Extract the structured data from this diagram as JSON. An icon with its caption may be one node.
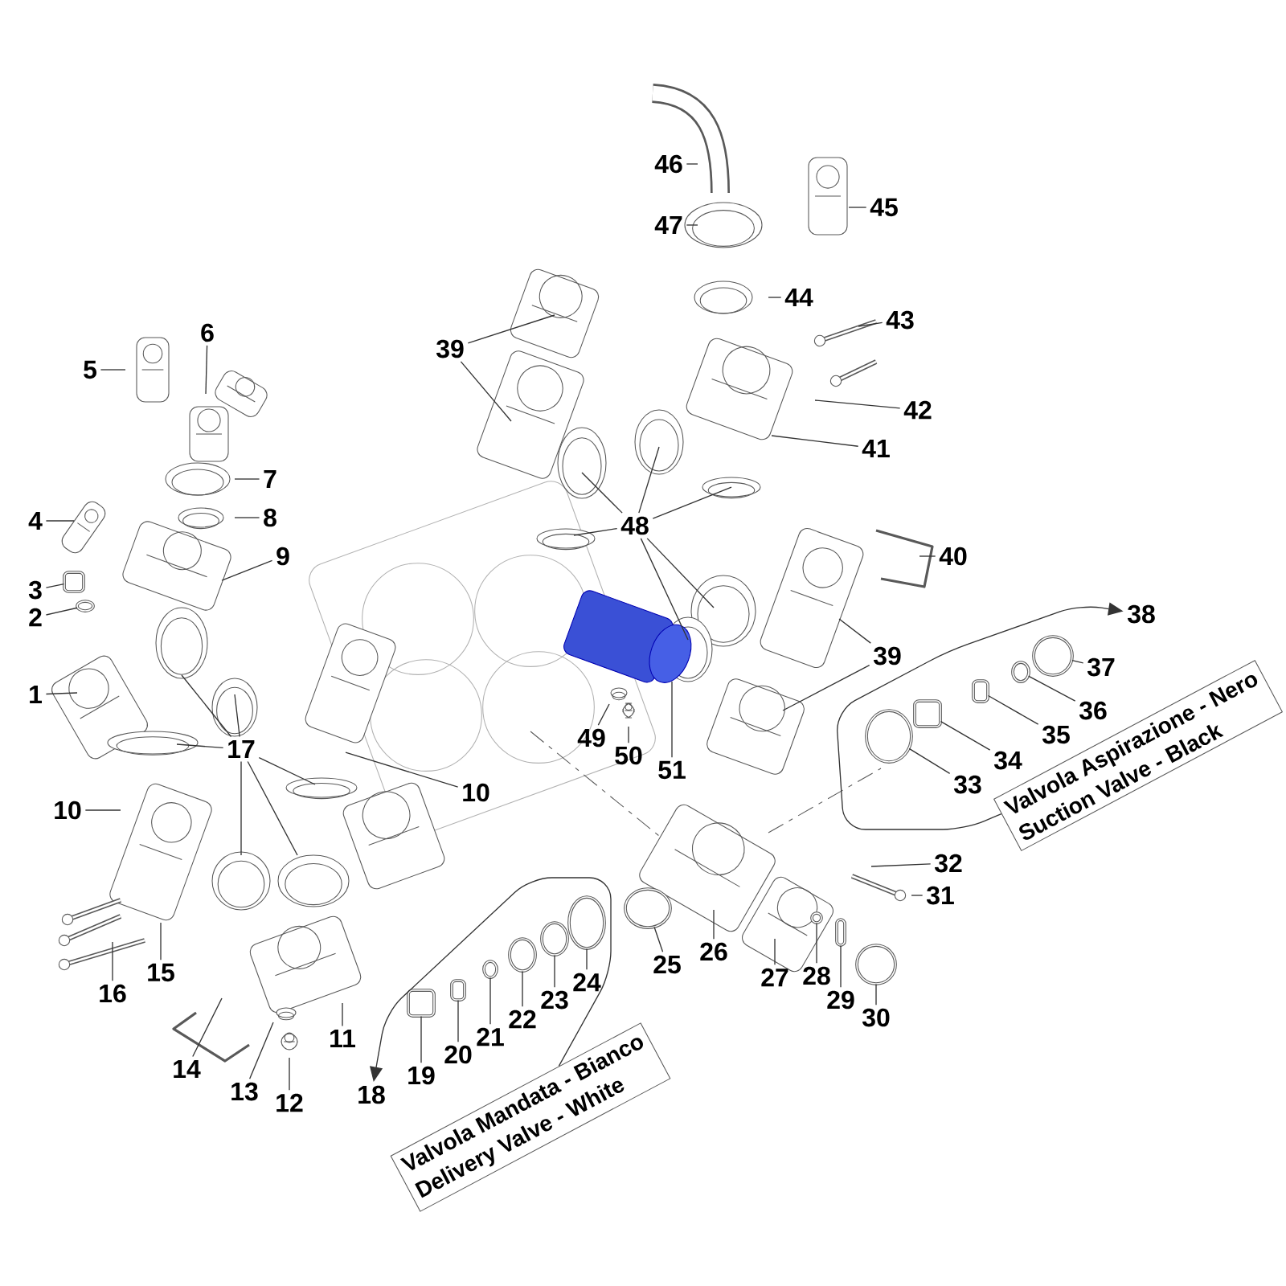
{
  "diagram": {
    "nodes": [
      {
        "text": [
          "1"
        ]
      },
      {
        "text": [
          "2"
        ]
      },
      {
        "text": [
          "3"
        ]
      },
      {
        "text": [
          "4"
        ]
      },
      {
        "text": [
          "5"
        ]
      },
      {
        "text": [
          "6"
        ]
      },
      {
        "text": [
          "7"
        ]
      },
      {
        "text": [
          "8"
        ]
      },
      {
        "text": [
          "9"
        ]
      },
      {
        "text": [
          "10"
        ]
      },
      {
        "text": [
          "10"
        ]
      },
      {
        "text": [
          "11"
        ]
      },
      {
        "text": [
          "12"
        ]
      },
      {
        "text": [
          "13"
        ]
      },
      {
        "text": [
          "14"
        ]
      },
      {
        "text": [
          "15"
        ]
      },
      {
        "text": [
          "16"
        ]
      },
      {
        "text": [
          "17"
        ]
      },
      {
        "text": [
          "18"
        ]
      },
      {
        "text": [
          "19"
        ]
      },
      {
        "text": [
          "20"
        ]
      },
      {
        "text": [
          "21"
        ]
      },
      {
        "text": [
          "22"
        ]
      },
      {
        "text": [
          "23"
        ]
      },
      {
        "text": [
          "24"
        ]
      },
      {
        "text": [
          "25"
        ]
      },
      {
        "text": [
          "26"
        ]
      },
      {
        "text": [
          "27"
        ]
      },
      {
        "text": [
          "28"
        ]
      },
      {
        "text": [
          "29"
        ]
      },
      {
        "text": [
          "30"
        ]
      },
      {
        "text": [
          "31"
        ]
      },
      {
        "text": [
          "32"
        ]
      },
      {
        "text": [
          "33"
        ]
      },
      {
        "text": [
          "34"
        ]
      },
      {
        "text": [
          "35"
        ]
      },
      {
        "text": [
          "36"
        ]
      },
      {
        "text": [
          "37"
        ]
      },
      {
        "text": [
          "38"
        ]
      },
      {
        "text": [
          "39"
        ]
      },
      {
        "text": [
          "39"
        ]
      },
      {
        "text": [
          "40"
        ]
      },
      {
        "text": [
          "41"
        ]
      },
      {
        "text": [
          "42"
        ]
      },
      {
        "text": [
          "43"
        ]
      },
      {
        "text": [
          "44"
        ]
      },
      {
        "text": [
          "45"
        ]
      },
      {
        "text": [
          "46"
        ]
      },
      {
        "text": [
          "47"
        ]
      },
      {
        "text": [
          "48"
        ]
      },
      {
        "text": [
          "49"
        ]
      },
      {
        "text": [
          "50"
        ]
      },
      {
        "text": [
          "51"
        ]
      },
      {
        "text": [
          "Valvola Mandata - Bianco",
          "Delivery Valve - White"
        ]
      },
      {
        "text": [
          "Valvola Aspirazione - Nero",
          "Suction Valve - Black"
        ]
      },
      {
        "text": [],
        "shape": "circle"
      },
      {
        "text": [],
        "shape": "box"
      },
      {
        "text": [],
        "shape": "box"
      },
      {
        "text": [],
        "shape": "box"
      },
      {
        "text": [],
        "shape": "circle"
      },
      {
        "text": [],
        "shape": "circle"
      },
      {
        "text": [],
        "shape": "circle"
      },
      {
        "text": [],
        "shape": "circle"
      },
      {
        "text": [],
        "shape": "circle"
      },
      {
        "text": [],
        "shape": "circle"
      },
      {
        "text": [],
        "shape": "box"
      },
      {
        "text": [],
        "shape": "circle"
      },
      {
        "text": [],
        "shape": "circle"
      },
      {
        "text": [],
        "shape": "box"
      },
      {
        "text": [],
        "shape": "box"
      },
      {
        "text": [],
        "shape": "circle"
      },
      {
        "text": [],
        "shape": "circle"
      }
    ],
    "edges": [
      {
        "from": 0,
        "to": null,
        "arrow": "none"
      },
      {
        "from": 1,
        "to": 55,
        "arrow": "none"
      },
      {
        "from": 2,
        "to": 56,
        "arrow": "none"
      },
      {
        "from": 3,
        "to": null,
        "arrow": "none"
      },
      {
        "from": 4,
        "to": null,
        "arrow": "none"
      },
      {
        "from": 5,
        "to": null,
        "arrow": "none"
      },
      {
        "from": 6,
        "to": null,
        "arrow": "none"
      },
      {
        "from": 7,
        "to": null,
        "arrow": "none"
      },
      {
        "from": 8,
        "to": null,
        "arrow": "none"
      },
      {
        "from": 9,
        "to": null,
        "arrow": "none"
      },
      {
        "from": 10,
        "to": null,
        "arrow": "none"
      },
      {
        "from": 11,
        "to": null,
        "arrow": "none"
      },
      {
        "from": 12,
        "to": null,
        "arrow": "none"
      },
      {
        "from": 13,
        "to": null,
        "arrow": "none"
      },
      {
        "from": 14,
        "to": null,
        "arrow": "none"
      },
      {
        "from": 15,
        "to": null,
        "arrow": "none"
      },
      {
        "from": 16,
        "to": null,
        "arrow": "none"
      },
      {
        "from": 17,
        "to": null,
        "arrow": "none"
      },
      {
        "from": 17,
        "to": null,
        "arrow": "none"
      },
      {
        "from": 17,
        "to": null,
        "arrow": "none"
      },
      {
        "from": 17,
        "to": null,
        "arrow": "none"
      },
      {
        "from": 17,
        "to": null,
        "arrow": "none"
      },
      {
        "from": 17,
        "to": null,
        "arrow": "none"
      },
      {
        "from": 53,
        "to": 18,
        "arrow": "to"
      },
      {
        "from": 19,
        "to": 57,
        "arrow": "none"
      },
      {
        "from": 20,
        "to": 58,
        "arrow": "none"
      },
      {
        "from": 21,
        "to": 59,
        "arrow": "none"
      },
      {
        "from": 22,
        "to": 60,
        "arrow": "none"
      },
      {
        "from": 23,
        "to": 61,
        "arrow": "none"
      },
      {
        "from": 24,
        "to": 62,
        "arrow": "none"
      },
      {
        "from": 25,
        "to": 63,
        "arrow": "none"
      },
      {
        "from": 26,
        "to": null,
        "arrow": "none"
      },
      {
        "from": 27,
        "to": null,
        "arrow": "none"
      },
      {
        "from": 28,
        "to": 64,
        "arrow": "none"
      },
      {
        "from": 29,
        "to": 65,
        "arrow": "none"
      },
      {
        "from": 30,
        "to": 66,
        "arrow": "none"
      },
      {
        "from": 31,
        "to": null,
        "arrow": "none"
      },
      {
        "from": 32,
        "to": null,
        "arrow": "none"
      },
      {
        "from": 33,
        "to": 67,
        "arrow": "none"
      },
      {
        "from": 34,
        "to": 68,
        "arrow": "none"
      },
      {
        "from": 35,
        "to": 69,
        "arrow": "none"
      },
      {
        "from": 36,
        "to": 70,
        "arrow": "none"
      },
      {
        "from": 37,
        "to": 71,
        "arrow": "none"
      },
      {
        "from": 54,
        "to": 38,
        "arrow": "to"
      },
      {
        "from": 39,
        "to": null,
        "arrow": "none"
      },
      {
        "from": 39,
        "to": null,
        "arrow": "none"
      },
      {
        "from": 40,
        "to": null,
        "arrow": "none"
      },
      {
        "from": 40,
        "to": null,
        "arrow": "none"
      },
      {
        "from": 41,
        "to": null,
        "arrow": "none"
      },
      {
        "from": 42,
        "to": null,
        "arrow": "none"
      },
      {
        "from": 43,
        "to": null,
        "arrow": "none"
      },
      {
        "from": 44,
        "to": null,
        "arrow": "none"
      },
      {
        "from": 45,
        "to": null,
        "arrow": "none"
      },
      {
        "from": 46,
        "to": null,
        "arrow": "none"
      },
      {
        "from": 47,
        "to": null,
        "arrow": "none"
      },
      {
        "from": 48,
        "to": null,
        "arrow": "none"
      },
      {
        "from": 49,
        "to": null,
        "arrow": "none"
      },
      {
        "from": 49,
        "to": null,
        "arrow": "none"
      },
      {
        "from": 49,
        "to": null,
        "arrow": "none"
      },
      {
        "from": 49,
        "to": null,
        "arrow": "none"
      },
      {
        "from": 49,
        "to": null,
        "arrow": "none"
      },
      {
        "from": 49,
        "to": null,
        "arrow": "none"
      },
      {
        "from": 50,
        "to": null,
        "arrow": "none"
      },
      {
        "from": 51,
        "to": null,
        "arrow": "none"
      },
      {
        "from": 52,
        "to": null,
        "arrow": "none"
      }
    ]
  }
}
